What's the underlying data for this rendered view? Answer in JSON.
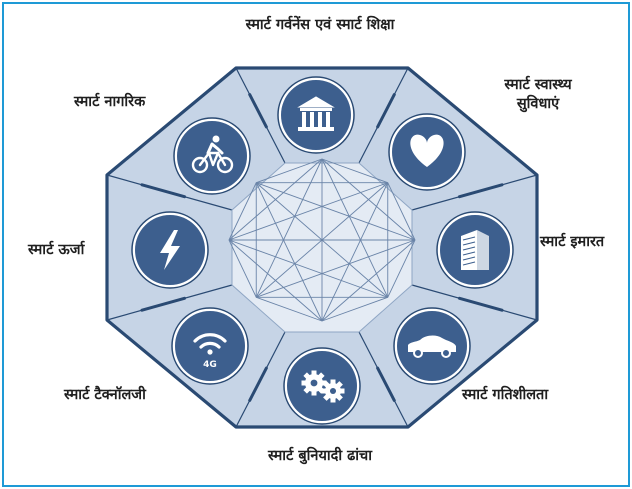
{
  "labels": {
    "governance_education": "स्मार्ट गर्वनेंस एवं स्मार्ट शिक्षा",
    "health_line1": "स्मार्ट स्वास्थ्य",
    "health_line2": "सुविधाएं",
    "buildings": "स्मार्ट इमारत",
    "mobility": "स्मार्ट गतिशीलता",
    "infrastructure": "स्मार्ट बुनियादी ढांचा",
    "technology": "स्मार्ट टैक्नॉलजी",
    "energy": "स्मार्ट ऊर्जा",
    "citizen": "स्मार्ट नागरिक"
  },
  "icon_badges": {
    "technology_badge": "4G"
  },
  "colors": {
    "frame_border": "#1e9ad6",
    "outline": "#2a4a73",
    "panel_fill": "#c6d4e6",
    "center_fill": "#e4ebf4",
    "icon_circle": "#3d5f8e",
    "icon_glyph": "#ffffff"
  },
  "icons": [
    "bank-icon",
    "heart-icon",
    "building-icon",
    "car-icon",
    "gears-icon",
    "wifi-icon",
    "lightning-icon",
    "bicycle-icon"
  ]
}
